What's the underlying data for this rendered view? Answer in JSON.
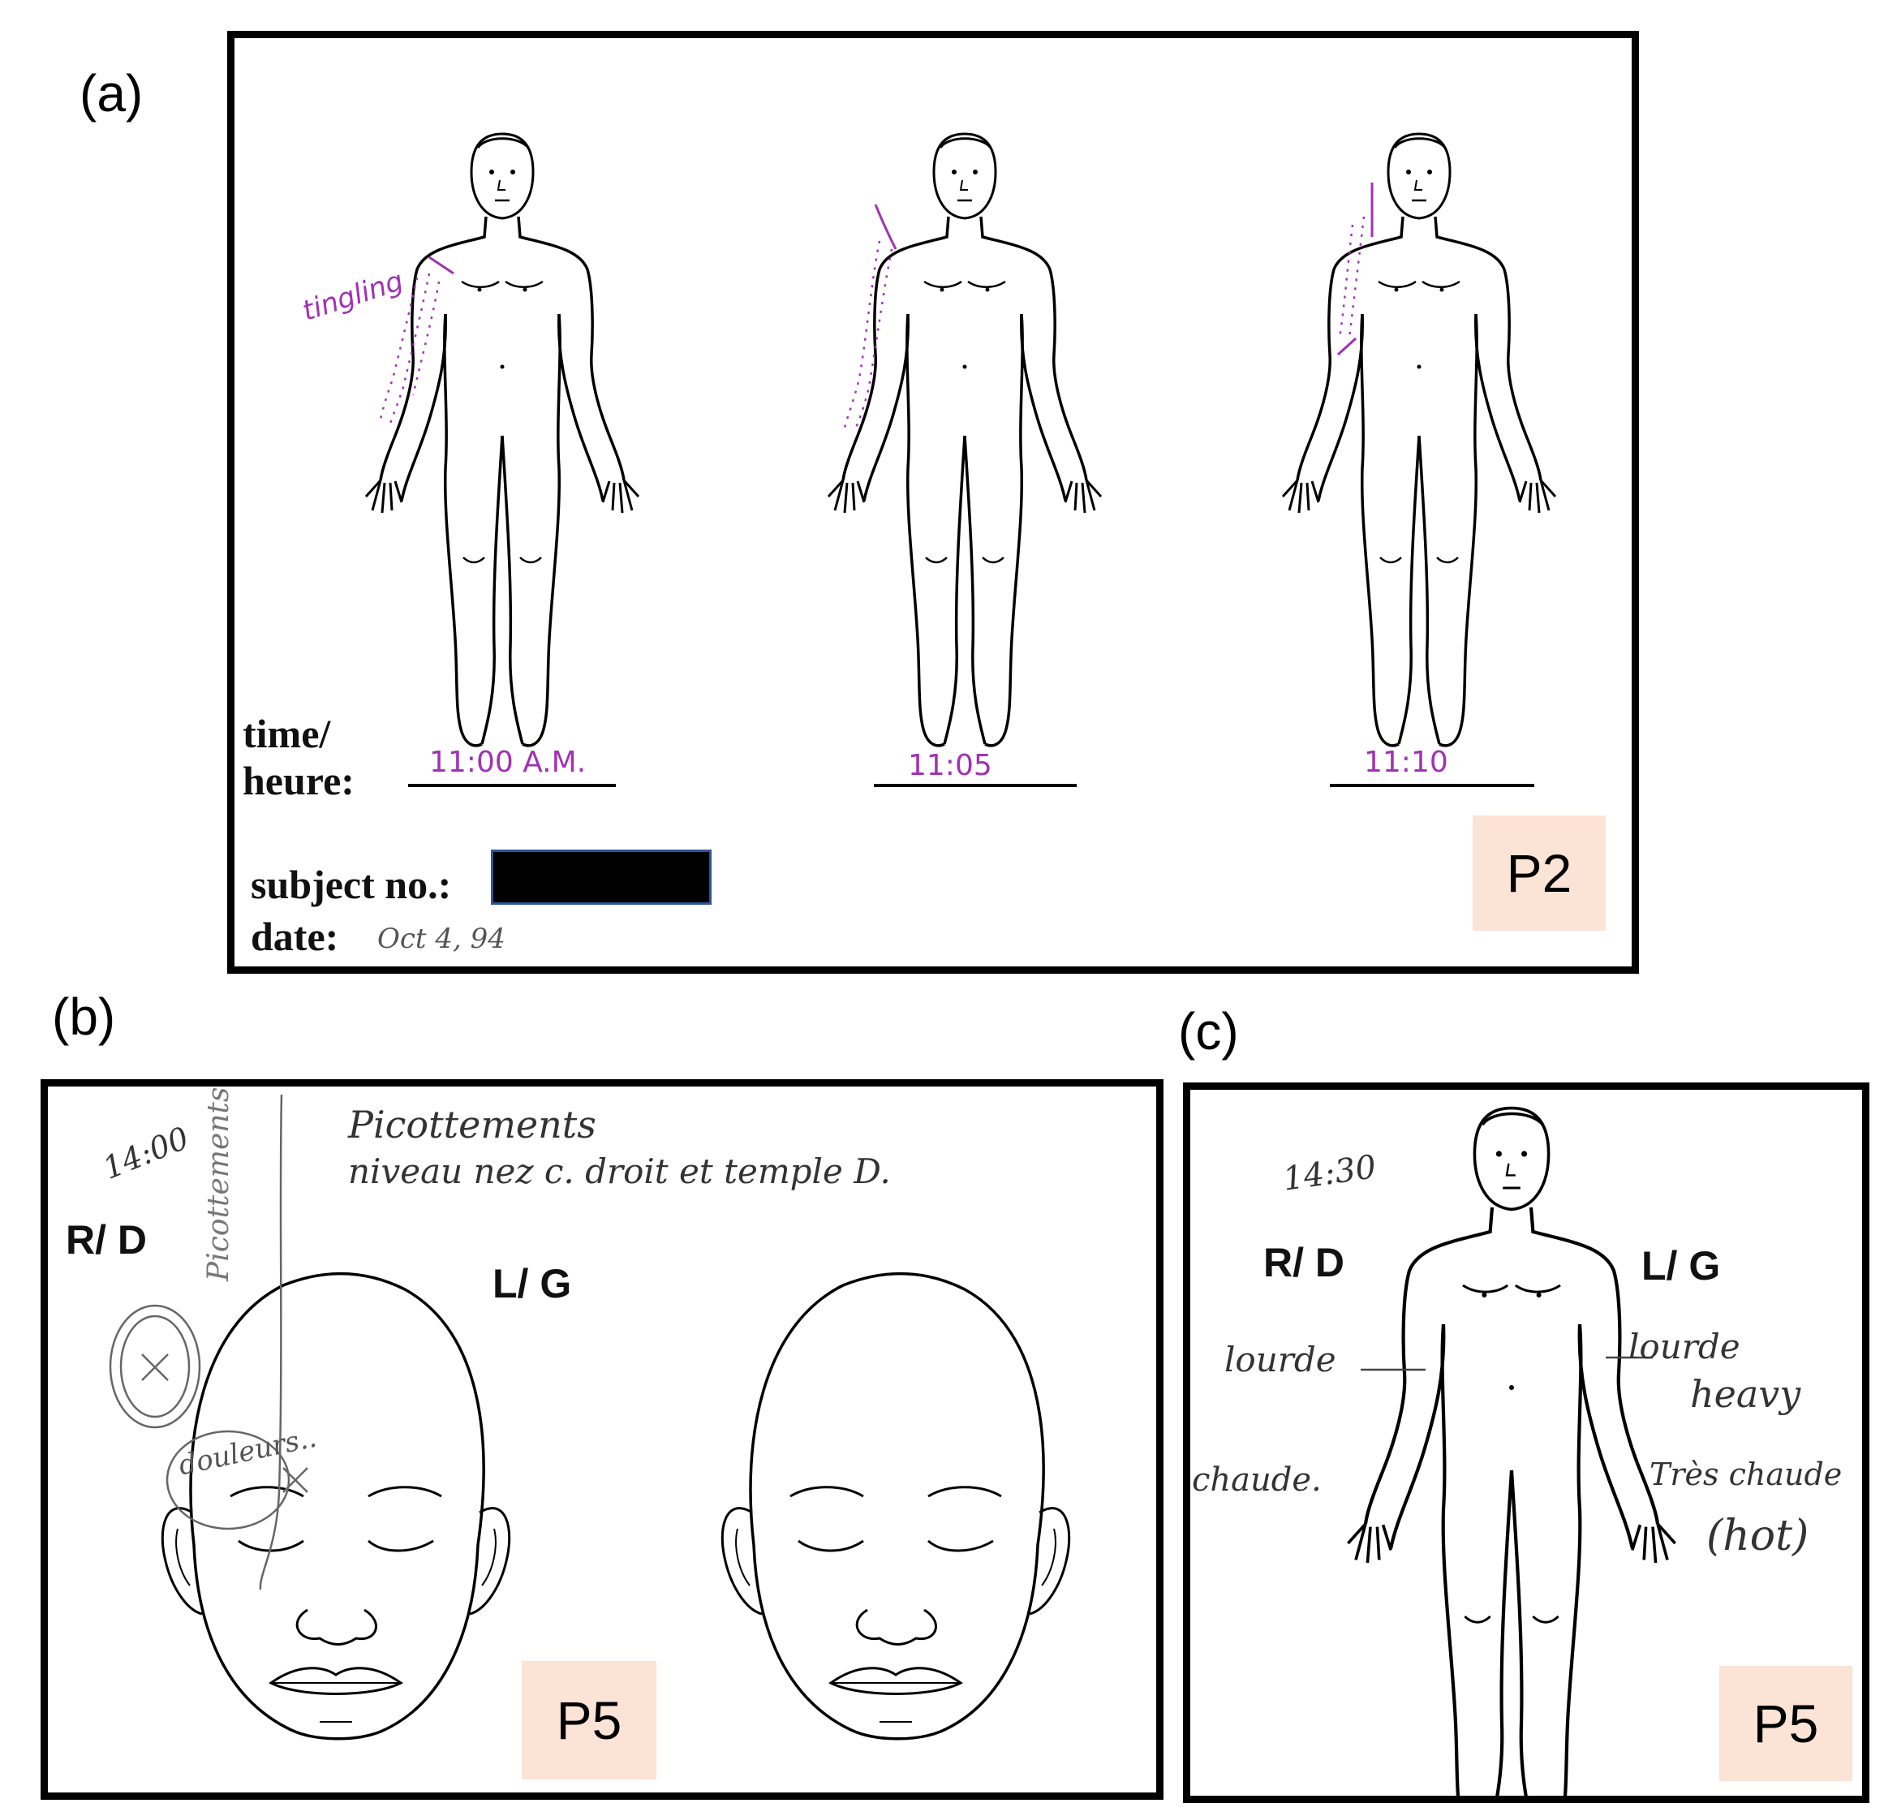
{
  "panels": {
    "a": {
      "letter": "(a)",
      "time_label_line1": "time/",
      "time_label_line2": "heure:",
      "times": [
        "11:00 A.M.",
        "11:05",
        "11:10"
      ],
      "annotation": "tingling",
      "subject_label": "subject no.:",
      "date_label": "date:",
      "date_value": "Oct 4, 94",
      "badge": "P2"
    },
    "b": {
      "letter": "(b)",
      "time": "14:00",
      "note_line1": "Picottements",
      "note_line2": "niveau nez c. droit et temple D.",
      "vertical_note": "Picottements",
      "pain_note": "douleurs..",
      "right_label": "R/ D",
      "left_label": "L/ G",
      "badge": "P5"
    },
    "c": {
      "letter": "(c)",
      "time": "14:30",
      "right_label": "R/ D",
      "left_label": "L/ G",
      "right_note_1": "lourde",
      "right_note_2": "chaude.",
      "left_note_1": "lourde",
      "left_note_2": "heavy",
      "left_note_3": "Très chaude",
      "left_note_4": "(hot)",
      "badge": "P5"
    }
  },
  "colors": {
    "annotation_purple": "#a032b4",
    "badge_fill": "#fbe3d6",
    "redaction_border": "#2f5597"
  }
}
